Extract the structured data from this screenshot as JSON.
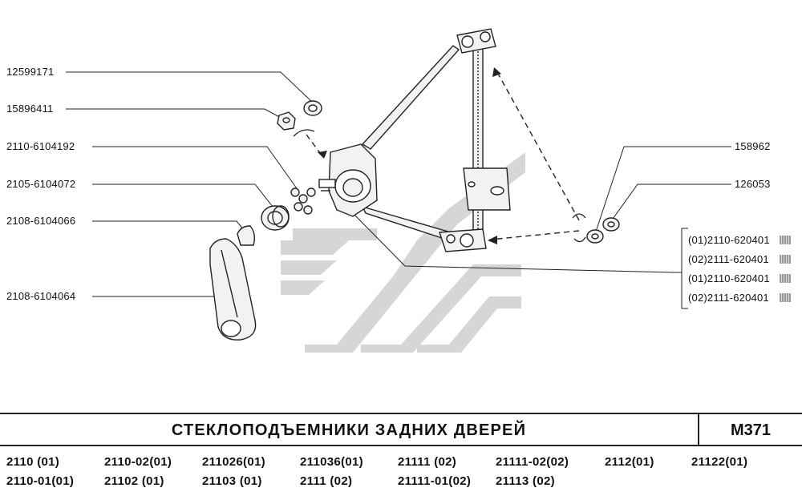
{
  "callouts_left": [
    {
      "id": "c1",
      "text": "12599171"
    },
    {
      "id": "c2",
      "text": "15896411"
    },
    {
      "id": "c3",
      "text": "2110-6104192"
    },
    {
      "id": "c4",
      "text": "2105-6104072"
    },
    {
      "id": "c5",
      "text": "2108-6104066"
    },
    {
      "id": "c6",
      "text": "2108-6104064"
    }
  ],
  "callouts_right": [
    {
      "id": "r1",
      "text": "158962"
    },
    {
      "id": "r2",
      "text": "126053"
    }
  ],
  "callouts_variant": [
    {
      "id": "v1",
      "text": "(01)2110-620401"
    },
    {
      "id": "v2",
      "text": "(02)2111-620401"
    },
    {
      "id": "v3",
      "text": "(01)2110-620401"
    },
    {
      "id": "v4",
      "text": "(02)2111-620401"
    }
  ],
  "title": "СТЕКЛОПОДЪЕМНИКИ  ЗАДНИХ  ДВЕРЕЙ",
  "code": "М371",
  "models_row1": [
    "2110      (01)",
    "2110-02(01)",
    "211026(01)",
    "211036(01)",
    "21111      (02)",
    "21111-02(02)",
    "2112(01)",
    "21122(01)"
  ],
  "models_row2": [
    "2110-01(01)",
    "21102   (01)",
    "21103   (01)",
    "2111     (02)",
    "21111-01(02)",
    "21113      (02)"
  ]
}
